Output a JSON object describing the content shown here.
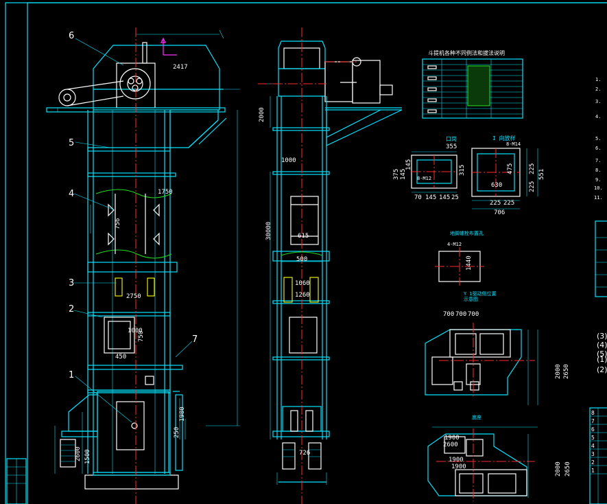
{
  "colors": {
    "background": "#000000",
    "primary": "#00e5ff",
    "white": "#ffffff",
    "center_line": "#ff2a2a",
    "yellow": "#ffff00",
    "green": "#22dd22",
    "magenta": "#ff33ff"
  },
  "title_table": "斗提机各种不同例法和拔法说明",
  "part_numbers": [
    "6",
    "5",
    "4",
    "3",
    "2",
    "1",
    "7"
  ],
  "side_view": {
    "dim_top": "2417",
    "dim_mid": "1750",
    "dim_756": "756",
    "dim_2750": "2750",
    "dim_1000": "1000",
    "dim_750": "750",
    "dim_450": "450",
    "dim_1900": "1900",
    "dim_250": "250",
    "dim_2600": "2600",
    "dim_1500": "1500"
  },
  "front_view": {
    "dim_2000": "2000",
    "dim_1000": "1000",
    "dim_30000": "30000",
    "dim_615": "615",
    "dim_500": "500",
    "dim_1060": "1060",
    "dim_1260": "1260",
    "dim_726": "726"
  },
  "detail_outlet": {
    "title": "口岗",
    "dim_355": "355",
    "dim_375": "375",
    "dim_145a": "145",
    "dim_145b": "145",
    "dim_315": "315",
    "dim_70": "70",
    "dim_145c": "145",
    "dim_145d": "145",
    "dim_25": "25",
    "bolt": "8-M12"
  },
  "detail_inlet": {
    "title": "I 向放样",
    "bolt": "8-M14",
    "dim_475": "475",
    "dim_630": "630",
    "dim_225a": "225",
    "dim_225b": "225",
    "dim_551": "551",
    "dim_225c": "225",
    "dim_225d": "225",
    "dim_706": "706"
  },
  "detail_base": {
    "title": "地脚螺栓布置孔",
    "bolt": "4-M12",
    "dim_1440": "1440"
  },
  "plan_view_top": {
    "title": "Y 1驱动侧位置",
    "subtitle": "示意图",
    "dims": [
      "700",
      "700",
      "700"
    ],
    "dim_2000": "2000",
    "dim_2650": "2650"
  },
  "plan_view_bottom": {
    "title": "底座",
    "dim_1900a": "1900",
    "dim_2600": "2600",
    "dim_1900b": "1900",
    "dim_1900c": "1900",
    "dim_2000": "2000",
    "dim_2650": "2650"
  },
  "notes_numbers": [
    "1.",
    "2.",
    "3.",
    "4.",
    "5.",
    "6.",
    "7.",
    "8.",
    "9.",
    "10.",
    "11."
  ],
  "spec_refs": [
    "(3)",
    "(4)",
    "(5)",
    "(1)",
    "(2)"
  ],
  "right_table_rows": [
    "8",
    "7",
    "6",
    "5",
    "4",
    "3",
    "2",
    "1"
  ]
}
